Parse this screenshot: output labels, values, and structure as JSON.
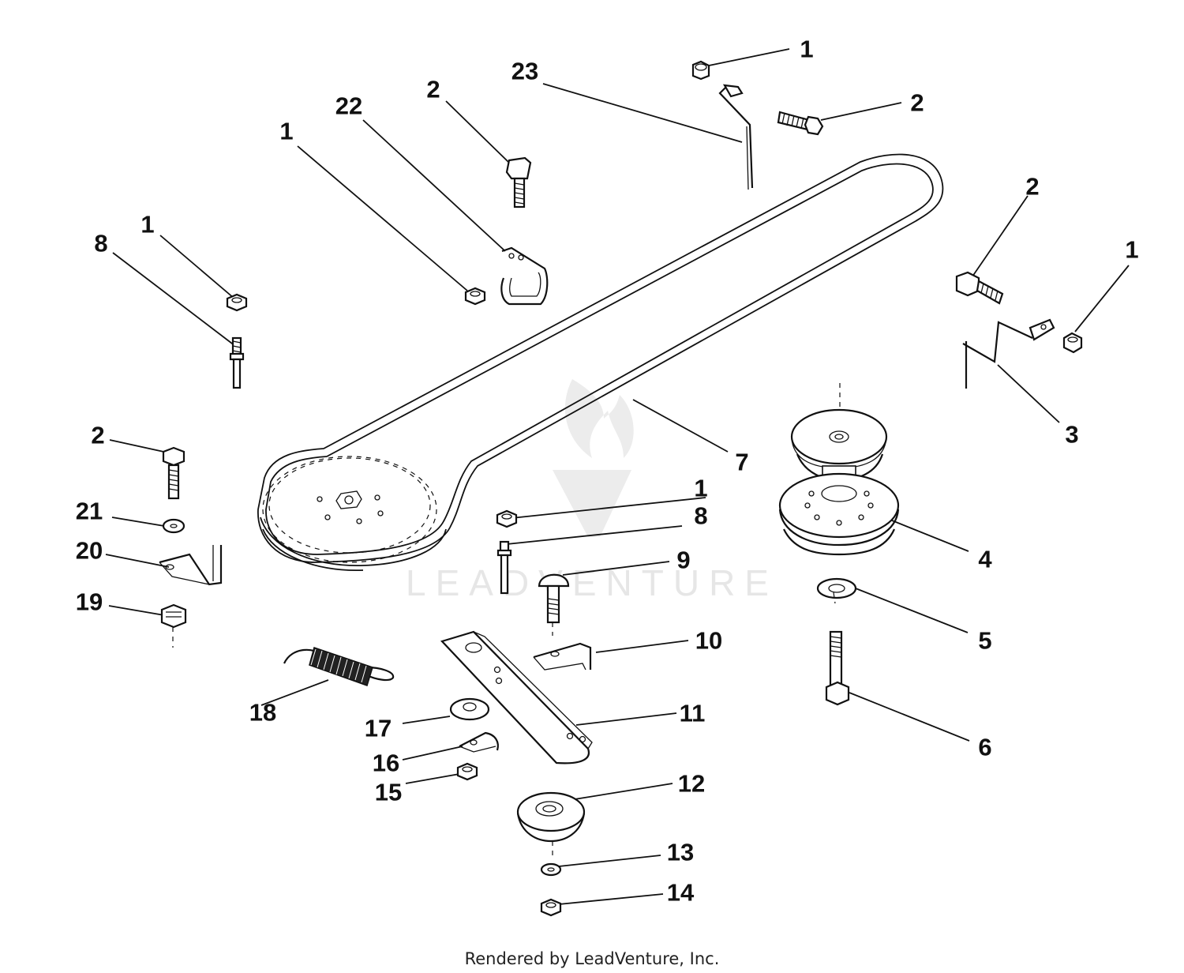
{
  "diagram": {
    "watermark": "LEADVENTURE",
    "credit": "Rendered by LeadVenture, Inc.",
    "callouts": [
      {
        "id": "c1a",
        "label": "1"
      },
      {
        "id": "c23",
        "label": "23"
      },
      {
        "id": "c2a",
        "label": "2"
      },
      {
        "id": "c2b",
        "label": "2"
      },
      {
        "id": "c22",
        "label": "22"
      },
      {
        "id": "c1b",
        "label": "1"
      },
      {
        "id": "c2c",
        "label": "2"
      },
      {
        "id": "c1c",
        "label": "1"
      },
      {
        "id": "c1d",
        "label": "1"
      },
      {
        "id": "c8a",
        "label": "8"
      },
      {
        "id": "c3",
        "label": "3"
      },
      {
        "id": "c2d",
        "label": "2"
      },
      {
        "id": "c7",
        "label": "7"
      },
      {
        "id": "c1e",
        "label": "1"
      },
      {
        "id": "c8b",
        "label": "8"
      },
      {
        "id": "c21",
        "label": "21"
      },
      {
        "id": "c20",
        "label": "20"
      },
      {
        "id": "c9",
        "label": "9"
      },
      {
        "id": "c4",
        "label": "4"
      },
      {
        "id": "c19",
        "label": "19"
      },
      {
        "id": "c10",
        "label": "10"
      },
      {
        "id": "c5",
        "label": "5"
      },
      {
        "id": "c18",
        "label": "18"
      },
      {
        "id": "c11",
        "label": "11"
      },
      {
        "id": "c17",
        "label": "17"
      },
      {
        "id": "c6",
        "label": "6"
      },
      {
        "id": "c16",
        "label": "16"
      },
      {
        "id": "c15",
        "label": "15"
      },
      {
        "id": "c12",
        "label": "12"
      },
      {
        "id": "c13",
        "label": "13"
      },
      {
        "id": "c14",
        "label": "14"
      }
    ]
  }
}
